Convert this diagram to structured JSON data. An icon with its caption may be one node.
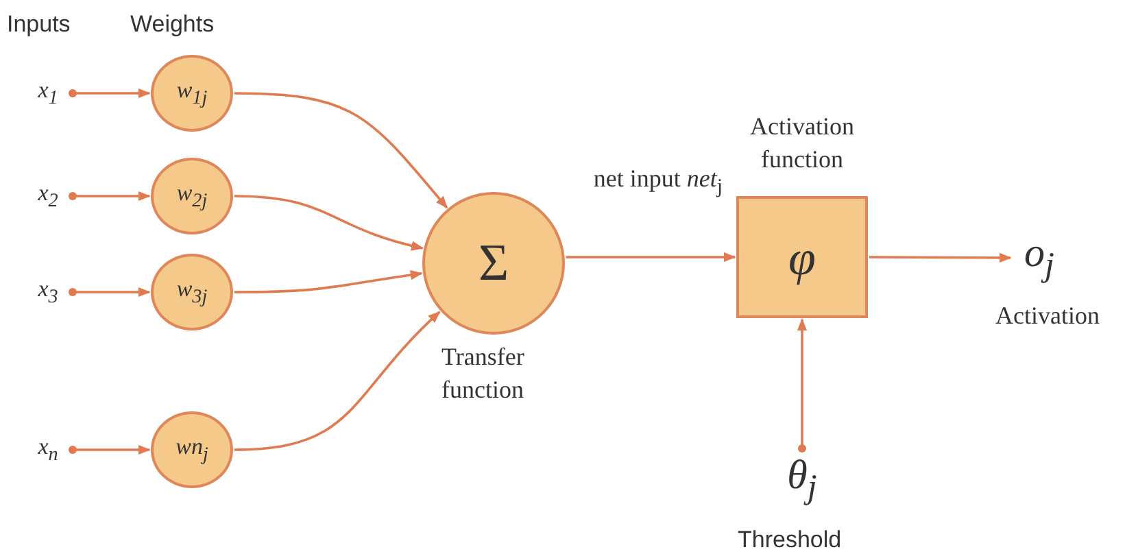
{
  "diagram": {
    "nodes": [
      {
        "text": [
          "x$_{1}$"
        ]
      },
      {
        "text": [
          "w$_{1j}$"
        ]
      },
      {
        "text": [
          "x$_{2}$"
        ]
      },
      {
        "text": [
          "w$_{2j}$"
        ]
      },
      {
        "text": [
          "x$_{3}$"
        ]
      },
      {
        "text": [
          "w$_{3j}$"
        ]
      },
      {
        "text": [
          "x$_{n}$"
        ]
      },
      {
        "text": [
          "wn$_{j}$"
        ]
      },
      {
        "text": [
          "Σ"
        ],
        "beside": [
          "Transfer function"
        ]
      },
      {
        "text": [
          "φ"
        ],
        "beside": [
          "Activation function"
        ]
      },
      {
        "text": [
          "o$_{j}$"
        ],
        "beside": [
          "Activation"
        ]
      },
      {
        "text": [
          "θ$_{j}$"
        ],
        "beside": [
          "Threshold"
        ]
      }
    ],
    "edges": [
      {
        "from": 0,
        "to": 1,
        "arrow": "to"
      },
      {
        "from": 2,
        "to": 3,
        "arrow": "to"
      },
      {
        "from": 4,
        "to": 5,
        "arrow": "to"
      },
      {
        "from": 6,
        "to": 7,
        "arrow": "to"
      },
      {
        "from": 1,
        "to": 8,
        "arrow": "to"
      },
      {
        "from": 3,
        "to": 8,
        "arrow": "to"
      },
      {
        "from": 5,
        "to": 8,
        "arrow": "to"
      },
      {
        "from": 7,
        "to": 8,
        "arrow": "to"
      },
      {
        "from": 8,
        "to": 9,
        "arrow": "to",
        "label": "net input *net*$_{j}$"
      },
      {
        "from": 9,
        "to": 10,
        "arrow": "to"
      },
      {
        "from": 11,
        "to": 9,
        "arrow": "to"
      }
    ],
    "labels": [
      "Inputs",
      "Weights"
    ]
  }
}
